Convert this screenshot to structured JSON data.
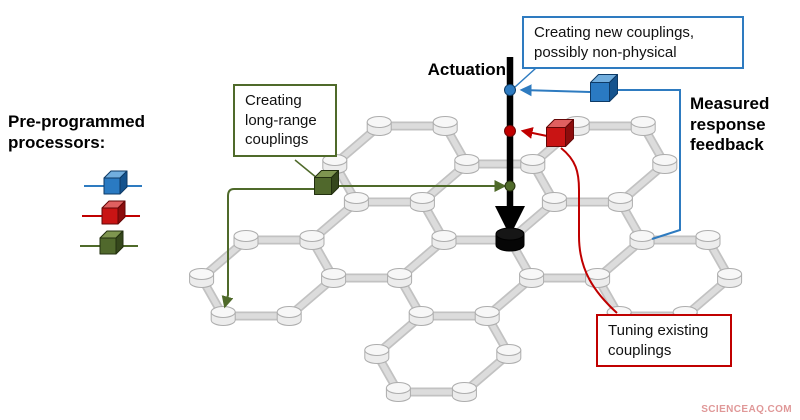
{
  "colors": {
    "accent_blue": "#2e7bc0",
    "accent_red": "#c00000",
    "accent_green": "#4f6a2a",
    "lattice_edge": "#dcdcdc",
    "lattice_edge_dark": "#c2c2c2",
    "node_side": "#ececec",
    "node_top": "#f7f7f7",
    "node_stroke": "#adadad",
    "watermark": "#e09898",
    "cube_blue": {
      "front": "#2a7ac2",
      "top": "#72aede",
      "side": "#15538e",
      "edge": "#0d3a66"
    },
    "cube_red": {
      "front": "#c91414",
      "top": "#e06060",
      "side": "#8c0d0d",
      "edge": "#640707"
    },
    "cube_green": {
      "front": "#50682c",
      "top": "#7e9550",
      "side": "#35471c",
      "edge": "#222f0f"
    }
  },
  "legend": {
    "title": "Pre-programmed processors:"
  },
  "labels": {
    "actuation": "Actuation",
    "measured_feedback": "Measured response feedback",
    "watermark": "SCIENCEAQ.COM"
  },
  "callouts": {
    "new_couplings": "Creating new couplings, possibly non-physical",
    "long_range": "Creating long-range couplings",
    "tuning": "Tuning existing couplings"
  }
}
